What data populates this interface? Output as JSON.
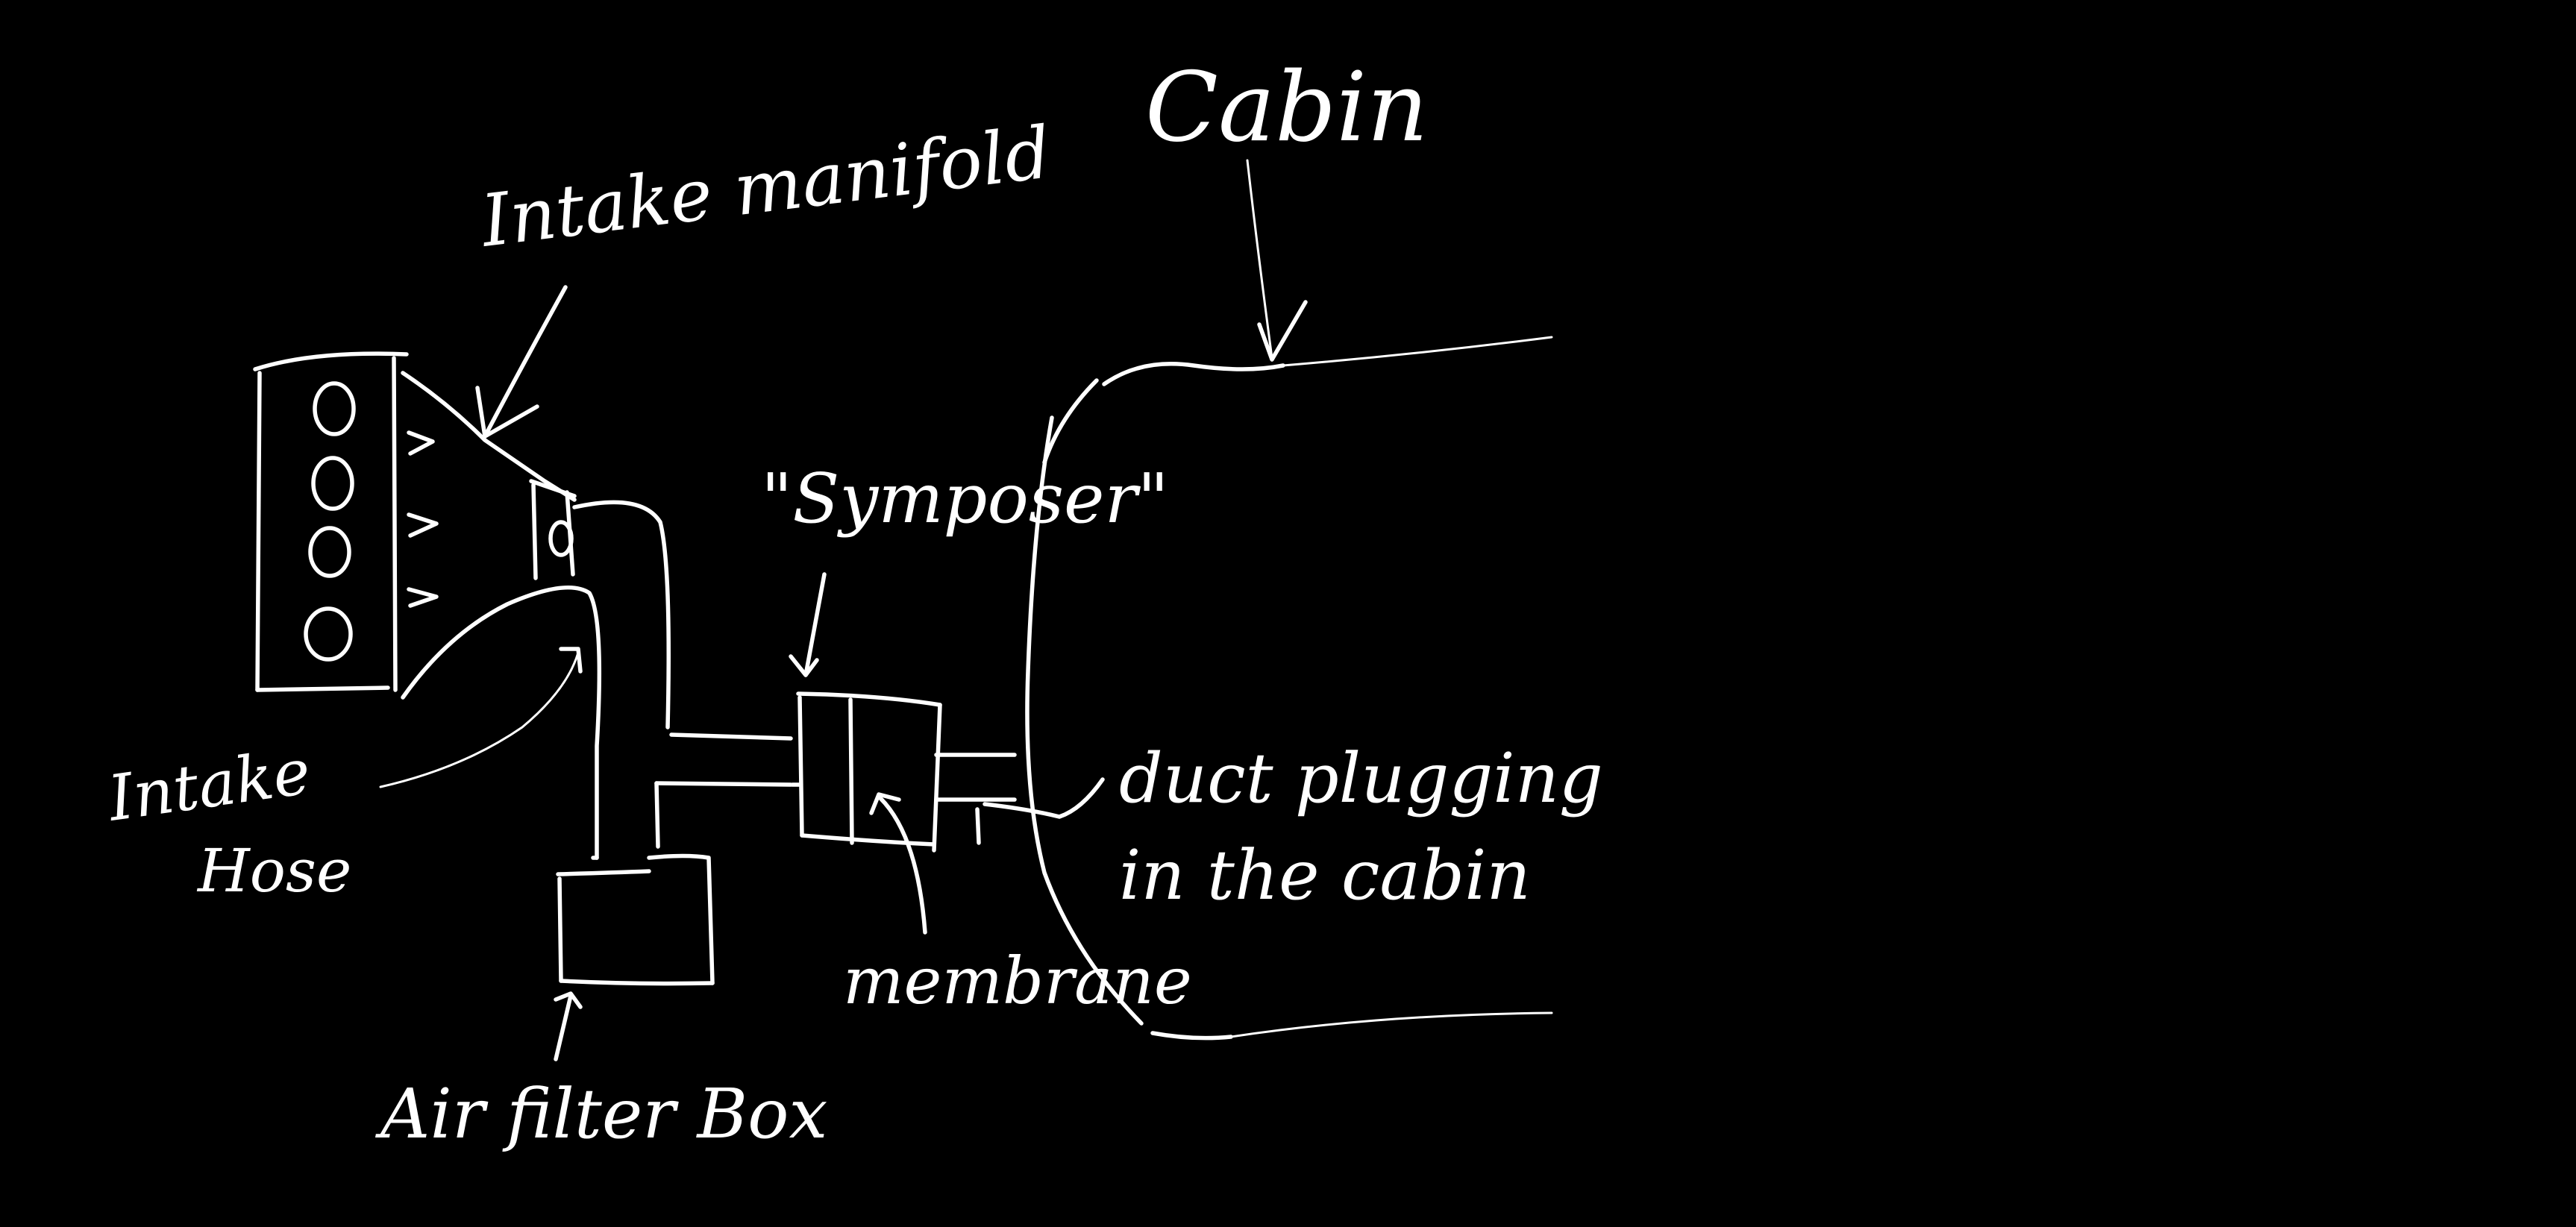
{
  "background_color": "#000000",
  "ink_color": "#ffffff",
  "labels": {
    "cabin": "Cabin",
    "intake_manifold": "Intake manifold",
    "symposer": "\"Symposer\"",
    "intake_hose_line1": "Intake",
    "intake_hose_line2": "Hose",
    "duct_line1": "duct plugging",
    "duct_line2": "in the cabin",
    "membrane": "membrane",
    "air_filter_box": "Air filter Box"
  }
}
